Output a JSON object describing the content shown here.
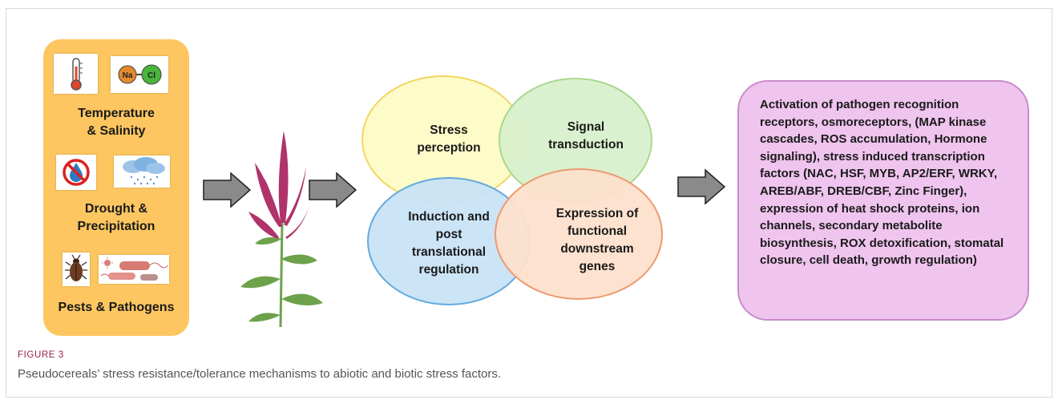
{
  "panel": {
    "labels": [
      "Temperature\n& Salinity",
      "Drought &\nPrecipitation",
      "Pests & Pathogens"
    ],
    "icons": [
      "thermometer-icon",
      "nacl-icon",
      "no-water-icon",
      "rain-cloud-icon",
      "beetle-icon",
      "bacteria-icon"
    ],
    "nacl_na": "Na",
    "nacl_cl": "Cl"
  },
  "venn": {
    "stress_perception": "Stress\nperception",
    "signal_transduction": "Signal\ntransduction",
    "induction": "Induction and\npost\ntranslational\nregulation",
    "expression": "Expression of\nfunctional\ndownstream\ngenes"
  },
  "outcome": {
    "text": "Activation of pathogen recognition receptors,  osmoreceptors, (MAP kinase cascades, ROS accumulation, Hormone signaling), stress induced transcription factors (NAC, HSF, MYB, AP2/ERF, WRKY, AREB/ABF, DREB/CBF, Zinc Finger), expression of heat shock proteins, ion channels, secondary metabolite biosynthesis, ROX detoxification, stomatal closure, cell death, growth regulation)"
  },
  "figure": {
    "label": "FIGURE 3",
    "caption": "Pseudocereals’ stress resistance/tolerance mechanisms to abiotic and biotic stress factors."
  },
  "colors": {
    "panel": "#fdc660",
    "circle_yellow": "#fdfbc8",
    "circle_green": "#d8f0cc",
    "circle_blue": "#c8e3f5",
    "circle_peach": "#fde0cc",
    "outcome_box": "#efc4ee",
    "arrow": "#8a8a8a",
    "plant_flower": "#b0336b",
    "plant_leaf": "#6da24b"
  }
}
